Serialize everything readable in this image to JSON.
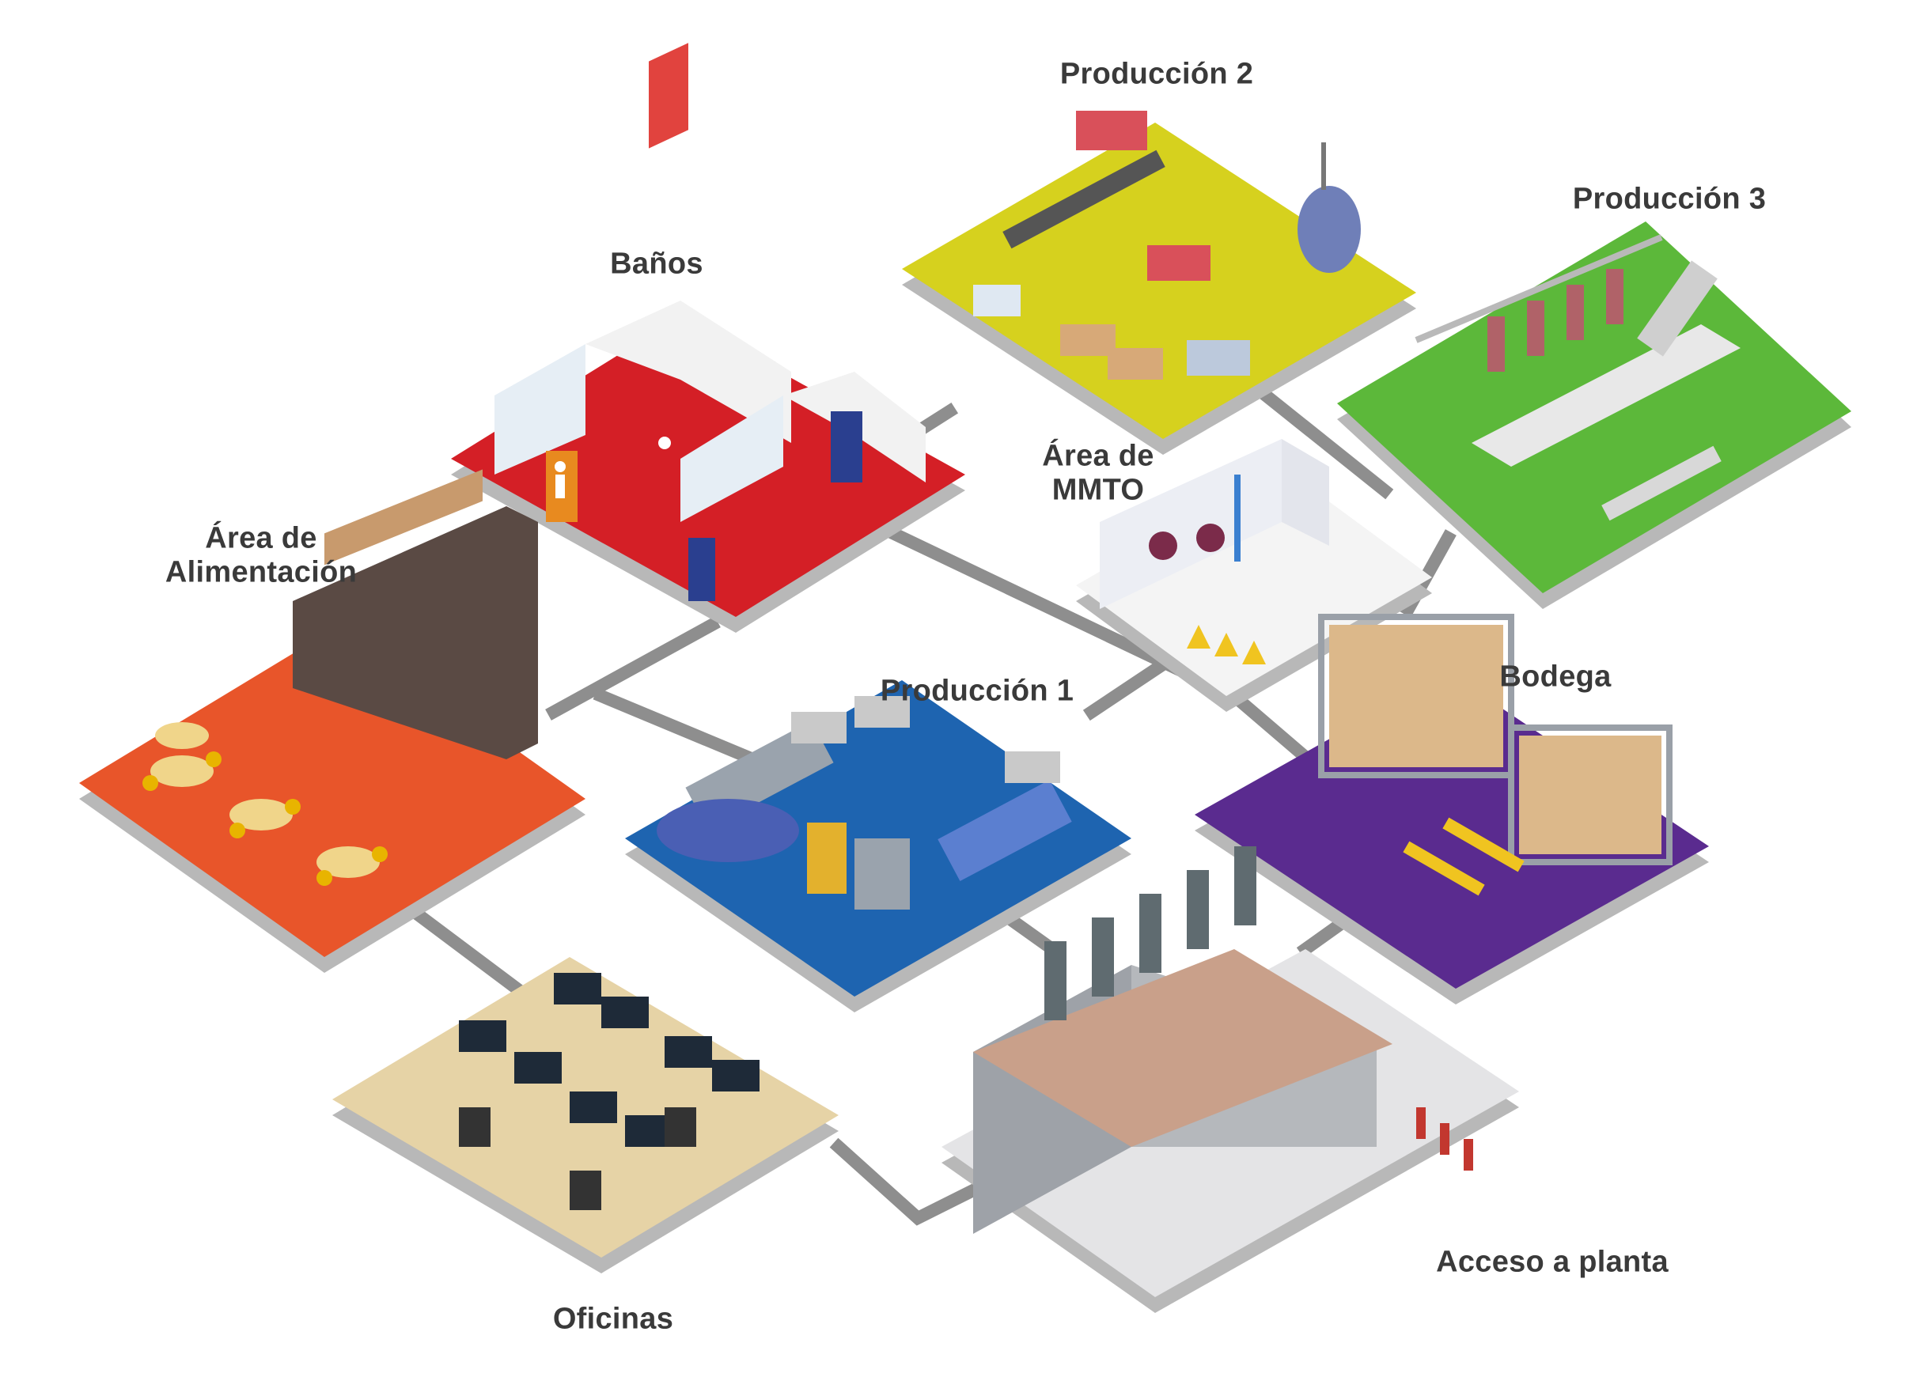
{
  "zones": [
    {
      "id": "produccion-2",
      "lines": [
        "Producción 2"
      ],
      "floor_color": "#d6d11e"
    },
    {
      "id": "produccion-3",
      "lines": [
        "Producción 3"
      ],
      "floor_color": "#5cb83a"
    },
    {
      "id": "banos",
      "lines": [
        "Baños"
      ],
      "floor_color": "#d41f26"
    },
    {
      "id": "area-mmto",
      "lines": [
        "Área de",
        "MMTO"
      ],
      "floor_color": "#f4f4f4"
    },
    {
      "id": "area-alimentacion",
      "lines": [
        "Área de",
        "Alimentación"
      ],
      "floor_color": "#e8552a"
    },
    {
      "id": "produccion-1",
      "lines": [
        "Producción 1"
      ],
      "floor_color": "#1e64b0"
    },
    {
      "id": "bodega",
      "lines": [
        "Bodega"
      ],
      "floor_color": "#5a2b8f"
    },
    {
      "id": "oficinas",
      "lines": [
        "Oficinas"
      ],
      "floor_color": "#e6d3a6"
    },
    {
      "id": "acceso-planta",
      "lines": [
        "Acceso a planta"
      ],
      "floor_color": "#e4e4e6"
    }
  ],
  "colors": {
    "connector": "#8e8e8e",
    "platform_side": "#b9b9b9",
    "label_text": "#3a3a3a"
  },
  "icons": [
    "restroom-icon",
    "accessibility-icon",
    "factory-icon",
    "forklift-icon",
    "shelving-icon"
  ]
}
